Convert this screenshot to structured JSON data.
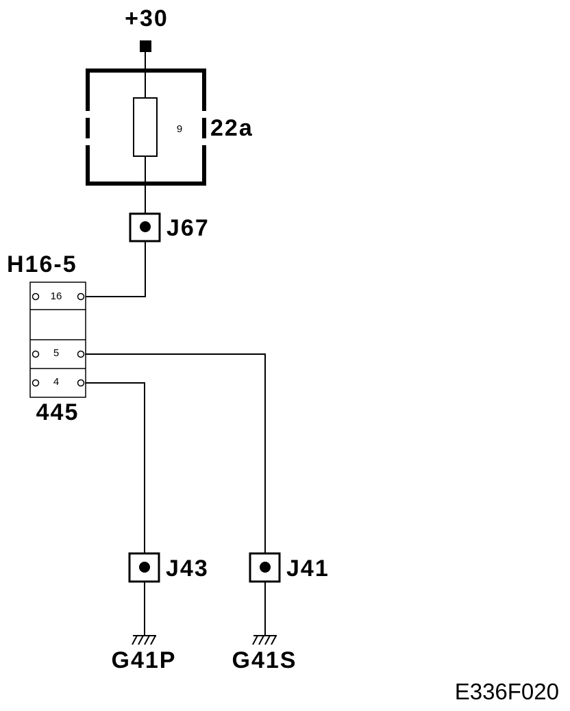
{
  "supply": {
    "label": "+30"
  },
  "fuse": {
    "number": "9",
    "box_label": "22a"
  },
  "connectors": {
    "j67": "J67",
    "j43": "J43",
    "j41": "J41"
  },
  "harness_connector": {
    "name": "H16-5",
    "number": "445",
    "pins": {
      "p16": "16",
      "p5": "5",
      "p4": "4"
    }
  },
  "grounds": {
    "g41p": "G41P",
    "g41s": "G41S"
  },
  "diagram_code": "E336F020"
}
